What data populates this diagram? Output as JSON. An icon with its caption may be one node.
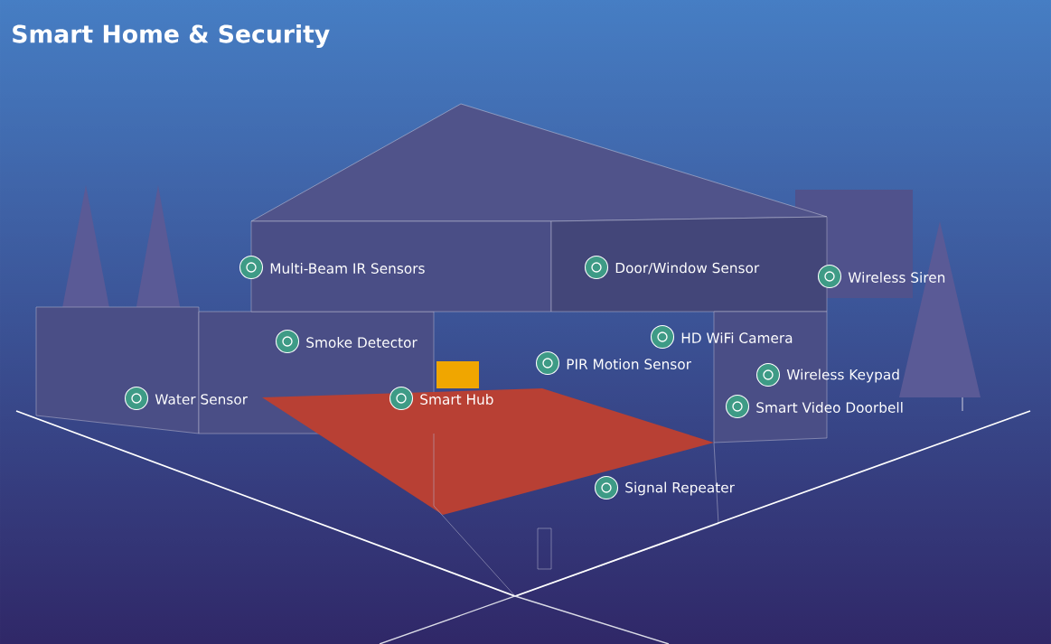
{
  "diagram": {
    "title": "Smart Home & Security",
    "labels": [
      "Multi-Beam IR Sensors",
      "Door/Window Sensor",
      "Wireless Siren",
      "HD WiFi Camera",
      "Smoke Detector",
      "PIR Motion Sensor",
      "Wireless Keypad",
      "Water Sensor",
      "Smart Hub",
      "Smart Video Doorbell",
      "Signal Repeater"
    ]
  }
}
